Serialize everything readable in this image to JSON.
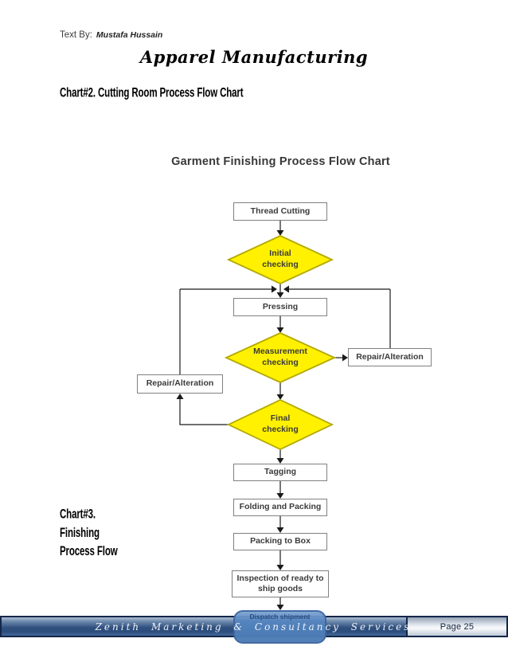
{
  "page": {
    "byline_label": "Text By:",
    "author": "Mustafa Hussain",
    "title": "Apparel Manufacturing",
    "section_heading": "Chart#2. Cutting Room Process Flow Chart",
    "side_note": {
      "line1": "Chart#3.",
      "line2": "Finishing",
      "line3": "Process Flow"
    }
  },
  "flowchart": {
    "title": "Garment Finishing Process Flow Chart",
    "nodes": {
      "thread_cutting": "Thread Cutting",
      "initial_checking": "Initial checking",
      "pressing": "Pressing",
      "measurement_checking": "Measurement checking",
      "repair_alteration_right": "Repair/Alteration",
      "repair_alteration_left": "Repair/Alteration",
      "final_checking": "Final checking",
      "tagging": "Tagging",
      "folding_and_packing": "Folding and Packing",
      "packing_to_box": "Packing to Box",
      "inspection": "Inspection of ready to ship goods",
      "dispatch_shipment": "Dispatch shipment"
    },
    "colors": {
      "decision_fill": "#FFF100",
      "decision_border": "#B3A800",
      "process_border": "#808080",
      "connector": "#1A1A1A",
      "terminator_fill": "#5585BF",
      "terminator_border": "#3C66A0"
    }
  },
  "footer": {
    "company": "Zenith Marketing & Consultancy Services",
    "page_number": "Page 25",
    "bar_border_color": "#14274A"
  }
}
